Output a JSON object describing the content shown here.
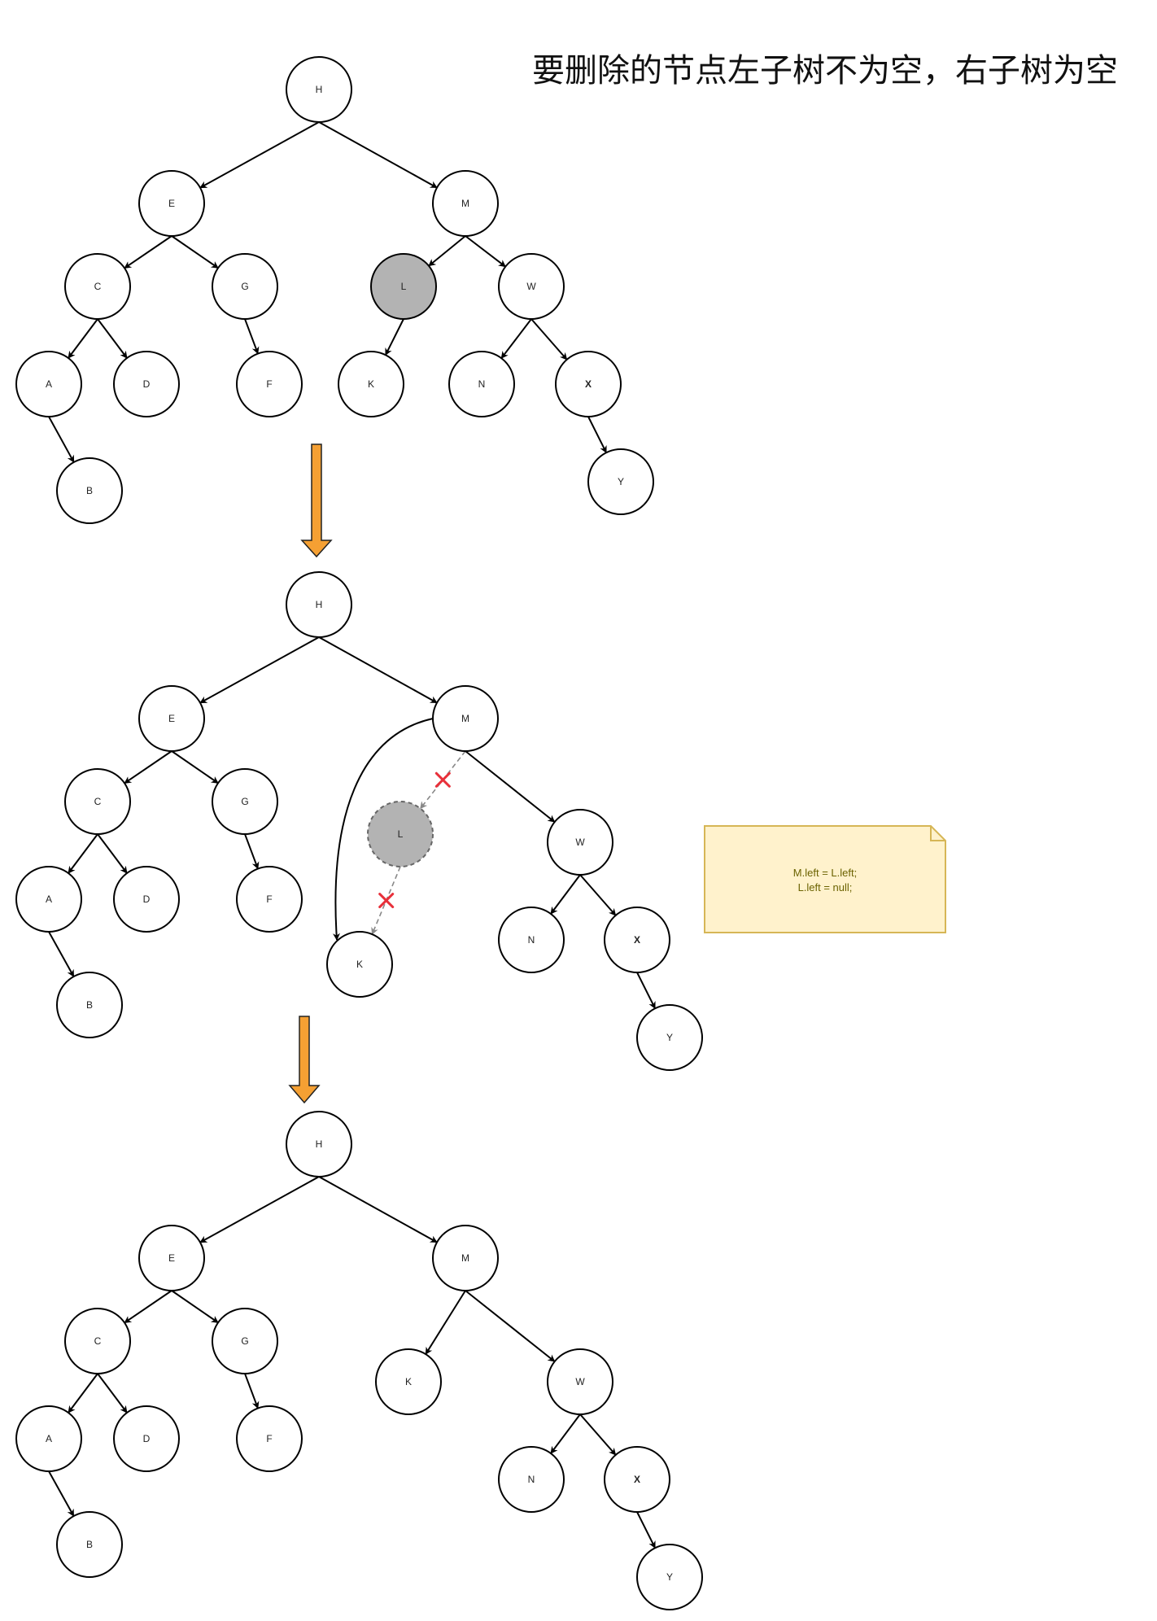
{
  "title": "要删除的节点左子树不为空，右子树为空",
  "note": {
    "lines": [
      "M.left = L.left;",
      "L.left = null;"
    ]
  },
  "colors": {
    "node_fill": "#ffffff",
    "highlight_fill": "#b3b3b3",
    "arrow_fill": "#f5a033",
    "note_fill": "#fff2cc",
    "note_border": "#d6b656",
    "cross": "#e8303a",
    "dashed_edge": "#888888"
  },
  "icons": [
    "down-arrow-icon",
    "cross-icon"
  ],
  "trees": [
    {
      "nodes": [
        {
          "id": "H",
          "label": "H"
        },
        {
          "id": "E",
          "label": "E"
        },
        {
          "id": "M",
          "label": "M"
        },
        {
          "id": "C",
          "label": "C"
        },
        {
          "id": "G",
          "label": "G"
        },
        {
          "id": "L",
          "label": "L",
          "state": "highlighted"
        },
        {
          "id": "W",
          "label": "W"
        },
        {
          "id": "A",
          "label": "A"
        },
        {
          "id": "D",
          "label": "D"
        },
        {
          "id": "F",
          "label": "F"
        },
        {
          "id": "K",
          "label": "K"
        },
        {
          "id": "N",
          "label": "N"
        },
        {
          "id": "X",
          "label": "X",
          "bold": true
        },
        {
          "id": "B",
          "label": "B"
        },
        {
          "id": "Y",
          "label": "Y"
        }
      ],
      "edges": [
        {
          "from": "H",
          "to": "E"
        },
        {
          "from": "H",
          "to": "M"
        },
        {
          "from": "E",
          "to": "C"
        },
        {
          "from": "E",
          "to": "G"
        },
        {
          "from": "M",
          "to": "L"
        },
        {
          "from": "M",
          "to": "W"
        },
        {
          "from": "C",
          "to": "A"
        },
        {
          "from": "C",
          "to": "D"
        },
        {
          "from": "G",
          "to": "F"
        },
        {
          "from": "L",
          "to": "K"
        },
        {
          "from": "W",
          "to": "N"
        },
        {
          "from": "W",
          "to": "X"
        },
        {
          "from": "A",
          "to": "B"
        },
        {
          "from": "X",
          "to": "Y"
        }
      ]
    },
    {
      "nodes": [
        {
          "id": "H",
          "label": "H"
        },
        {
          "id": "E",
          "label": "E"
        },
        {
          "id": "M",
          "label": "M"
        },
        {
          "id": "C",
          "label": "C"
        },
        {
          "id": "G",
          "label": "G"
        },
        {
          "id": "L",
          "label": "L",
          "state": "removed"
        },
        {
          "id": "W",
          "label": "W"
        },
        {
          "id": "A",
          "label": "A"
        },
        {
          "id": "D",
          "label": "D"
        },
        {
          "id": "F",
          "label": "F"
        },
        {
          "id": "K",
          "label": "K"
        },
        {
          "id": "N",
          "label": "N"
        },
        {
          "id": "X",
          "label": "X",
          "bold": true
        },
        {
          "id": "B",
          "label": "B"
        },
        {
          "id": "Y",
          "label": "Y"
        }
      ],
      "edges": [
        {
          "from": "H",
          "to": "E"
        },
        {
          "from": "H",
          "to": "M"
        },
        {
          "from": "E",
          "to": "C"
        },
        {
          "from": "E",
          "to": "G"
        },
        {
          "from": "M",
          "to": "L",
          "style": "dashed",
          "crossed": true
        },
        {
          "from": "M",
          "to": "K",
          "style": "curved"
        },
        {
          "from": "M",
          "to": "W"
        },
        {
          "from": "C",
          "to": "A"
        },
        {
          "from": "C",
          "to": "D"
        },
        {
          "from": "G",
          "to": "F"
        },
        {
          "from": "L",
          "to": "K",
          "style": "dashed",
          "crossed": true
        },
        {
          "from": "W",
          "to": "N"
        },
        {
          "from": "W",
          "to": "X"
        },
        {
          "from": "A",
          "to": "B"
        },
        {
          "from": "X",
          "to": "Y"
        }
      ]
    },
    {
      "nodes": [
        {
          "id": "H",
          "label": "H"
        },
        {
          "id": "E",
          "label": "E"
        },
        {
          "id": "M",
          "label": "M"
        },
        {
          "id": "C",
          "label": "C"
        },
        {
          "id": "G",
          "label": "G"
        },
        {
          "id": "K",
          "label": "K"
        },
        {
          "id": "W",
          "label": "W"
        },
        {
          "id": "A",
          "label": "A"
        },
        {
          "id": "D",
          "label": "D"
        },
        {
          "id": "F",
          "label": "F"
        },
        {
          "id": "N",
          "label": "N"
        },
        {
          "id": "X",
          "label": "X",
          "bold": true
        },
        {
          "id": "B",
          "label": "B"
        },
        {
          "id": "Y",
          "label": "Y"
        }
      ],
      "edges": [
        {
          "from": "H",
          "to": "E"
        },
        {
          "from": "H",
          "to": "M"
        },
        {
          "from": "E",
          "to": "C"
        },
        {
          "from": "E",
          "to": "G"
        },
        {
          "from": "M",
          "to": "K"
        },
        {
          "from": "M",
          "to": "W"
        },
        {
          "from": "C",
          "to": "A"
        },
        {
          "from": "C",
          "to": "D"
        },
        {
          "from": "G",
          "to": "F"
        },
        {
          "from": "W",
          "to": "N"
        },
        {
          "from": "W",
          "to": "X"
        },
        {
          "from": "A",
          "to": "B"
        },
        {
          "from": "X",
          "to": "Y"
        }
      ]
    }
  ]
}
